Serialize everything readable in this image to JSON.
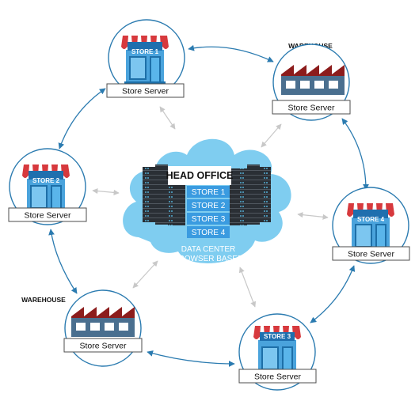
{
  "nodes": {
    "store1": {
      "tag": "STORE 1",
      "caption": "Store Server"
    },
    "store2": {
      "tag": "STORE 2",
      "caption": "Store Server"
    },
    "store3": {
      "tag": "STORE 3",
      "caption": "Store Server"
    },
    "store4": {
      "tag": "STORE 4",
      "caption": "Store Server"
    },
    "warehouse_top": {
      "label": "WAREHOUSE",
      "caption": "Store Server"
    },
    "warehouse_left": {
      "label": "WAREHOUSE",
      "caption": "Store Server"
    }
  },
  "head_office": {
    "title": "HEAD OFFICE",
    "stores": [
      "STORE 1",
      "STORE 2",
      "STORE 3",
      "STORE 4"
    ],
    "data_center": "DATA CENTER",
    "browser": "BROWSER BASED"
  },
  "colors": {
    "accent_blue": "#2b7bb0",
    "cloud": "#7fcdf0",
    "store_blue": "#4aa3dc",
    "awning_red": "#d7393d",
    "factory_dark": "#8c1c1c",
    "factory_body": "#4a6f8f",
    "server_dark": "#2a2f35"
  }
}
